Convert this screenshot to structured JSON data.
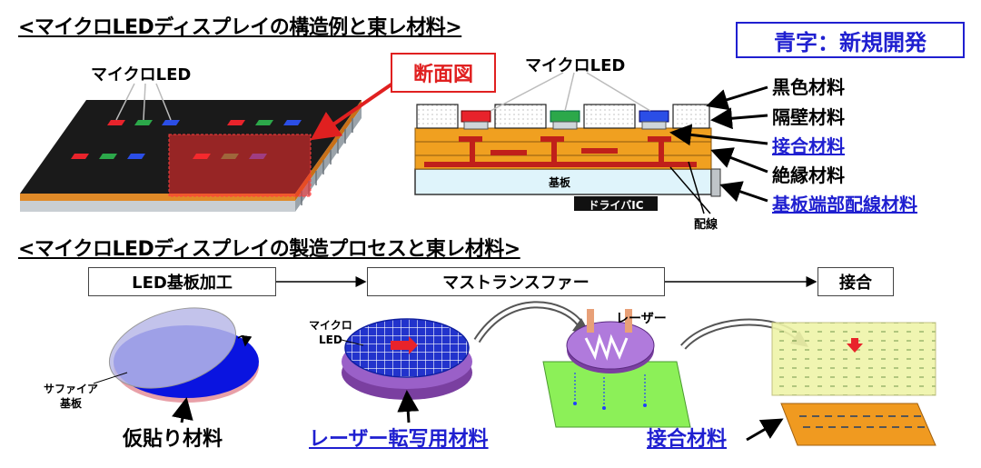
{
  "section1_title": "<マイクロLEDディスプレイの構造例と東レ材料>",
  "section2_title": "<マイクロLEDディスプレイの製造プロセスと東レ材料>",
  "legend_box": "青字：新規開発",
  "cross_section_tag": "断面図",
  "panel_led_label": "マイクロLED",
  "section_led_label": "マイクロLED",
  "layer_labels": [
    {
      "text": "黒色材料",
      "highlight": false
    },
    {
      "text": "隔壁材料",
      "highlight": false
    },
    {
      "text": "接合材料",
      "highlight": true
    },
    {
      "text": "絶縁材料",
      "highlight": false
    },
    {
      "text": "基板端部配線材料",
      "highlight": true
    }
  ],
  "substrate_label": "基板",
  "driver_ic_label": "ドライバIC",
  "wiring_label": "配線",
  "steps": [
    "LED基板加工",
    "マストランスファー",
    "接合"
  ],
  "sapphire_label": "サファイア\n基板",
  "wafer_led_label": "マイクロ\nLED",
  "laser_label": "レーザー",
  "materials": [
    {
      "text": "仮貼り材料",
      "highlight": false
    },
    {
      "text": "レーザー転写用材料",
      "highlight": true
    },
    {
      "text": "接合材料",
      "highlight": true
    }
  ],
  "colors": {
    "new_dev": "#1f1fd0",
    "tag_red": "#e8261c",
    "orange": "#f0a020",
    "substrate": "#dff4fb"
  }
}
